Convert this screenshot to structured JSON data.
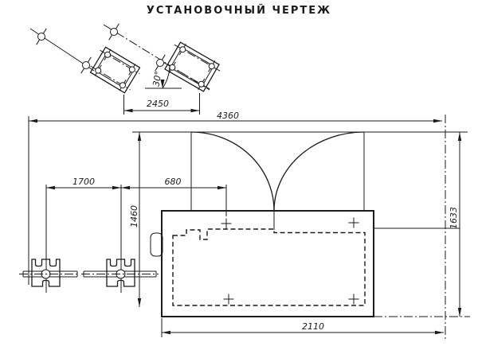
{
  "title": "УСТАНОВОЧНЫЙ ЧЕРТЕЖ",
  "dimensions": {
    "tilted_footprint_spacing": "2450",
    "tilt_angle": "30°",
    "overall_width": "4360",
    "anchor_bolt_spacing": "1700",
    "anchor_to_plate_bolt": "680",
    "depth": "1460",
    "base_plate_width": "2110",
    "right_side_height": "1633"
  },
  "colors": {
    "ink": "#1b1b1b",
    "paper": "#ffffff"
  }
}
